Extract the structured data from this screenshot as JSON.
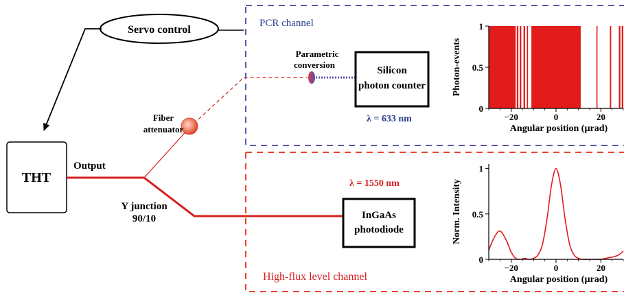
{
  "labels": {
    "servo_control": "Servo control",
    "tht": "THT",
    "output": "Output",
    "y_junction_line1": "Y junction",
    "y_junction_line2": "90/10",
    "fiber_attenuator_line1": "Fiber",
    "fiber_attenuator_line2": "attenuator",
    "parametric_line1": "Parametric",
    "parametric_line2": "conversion",
    "silicon_line1": "Silicon",
    "silicon_line2": "photon counter",
    "lambda_633": "λ = 633 nm",
    "pcr_channel": "PCR channel",
    "lambda_1550": "λ = 1550 nm",
    "ingaas_line1": "InGaAs",
    "ingaas_line2": "photodiode",
    "high_flux_channel": "High-flux level channel"
  },
  "colors": {
    "pcr_border": "#5a5aa8",
    "highflux_border": "#e8452e",
    "fiber_red": "#d42020",
    "lambda_blue": "#2b3f8f",
    "lambda_red": "#d42020",
    "chart_red": "#e21b1b"
  },
  "chart_data": [
    {
      "type": "bar",
      "ylabel": "Photon-events",
      "xlabel": "Angular position (µrad)",
      "xlim": [
        -30,
        30
      ],
      "ylim": [
        0,
        1
      ],
      "xticks": [
        -20,
        0,
        20
      ],
      "yticks": [
        0,
        0.5,
        1
      ],
      "xtick_labels": [
        "−20",
        "0",
        "20"
      ],
      "ytick_labels": [
        "0",
        "0.5",
        "1"
      ],
      "color": "#e21b1b",
      "event_bands": [
        [
          -30,
          -18
        ],
        [
          -17.5,
          -16.8
        ],
        [
          -16.2,
          -15.5
        ],
        [
          -14.5,
          -13.8
        ],
        [
          -13,
          -12.5
        ],
        [
          -11,
          11
        ],
        [
          18,
          18.5
        ],
        [
          24,
          24.6
        ],
        [
          28,
          28.7
        ],
        [
          29.3,
          30
        ]
      ]
    },
    {
      "type": "line",
      "ylabel": "Norm. Intensity",
      "xlabel": "Angular position (µrad)",
      "xlim": [
        -30,
        30
      ],
      "ylim": [
        0,
        1.05
      ],
      "xticks": [
        -20,
        0,
        20
      ],
      "yticks": [
        0,
        0.5,
        1
      ],
      "xtick_labels": [
        "−20",
        "0",
        "20"
      ],
      "ytick_labels": [
        "0",
        "0.5",
        "1"
      ],
      "color": "#e21b1b",
      "x": [
        -30,
        -28,
        -26,
        -25,
        -24,
        -22,
        -20,
        -18,
        -16,
        -14,
        -12,
        -10,
        -8,
        -6,
        -4,
        -2,
        0,
        2,
        4,
        6,
        8,
        10,
        12,
        14,
        16,
        18,
        20,
        22,
        24,
        26,
        28,
        30
      ],
      "y": [
        0.1,
        0.22,
        0.3,
        0.31,
        0.29,
        0.2,
        0.08,
        0.01,
        0.0,
        0.01,
        0.0,
        0.01,
        0.05,
        0.17,
        0.45,
        0.82,
        1.0,
        0.82,
        0.45,
        0.17,
        0.05,
        0.01,
        0.0,
        0.0,
        0.0,
        0.0,
        0.0,
        0.01,
        0.02,
        0.03,
        0.05,
        0.09
      ]
    }
  ]
}
